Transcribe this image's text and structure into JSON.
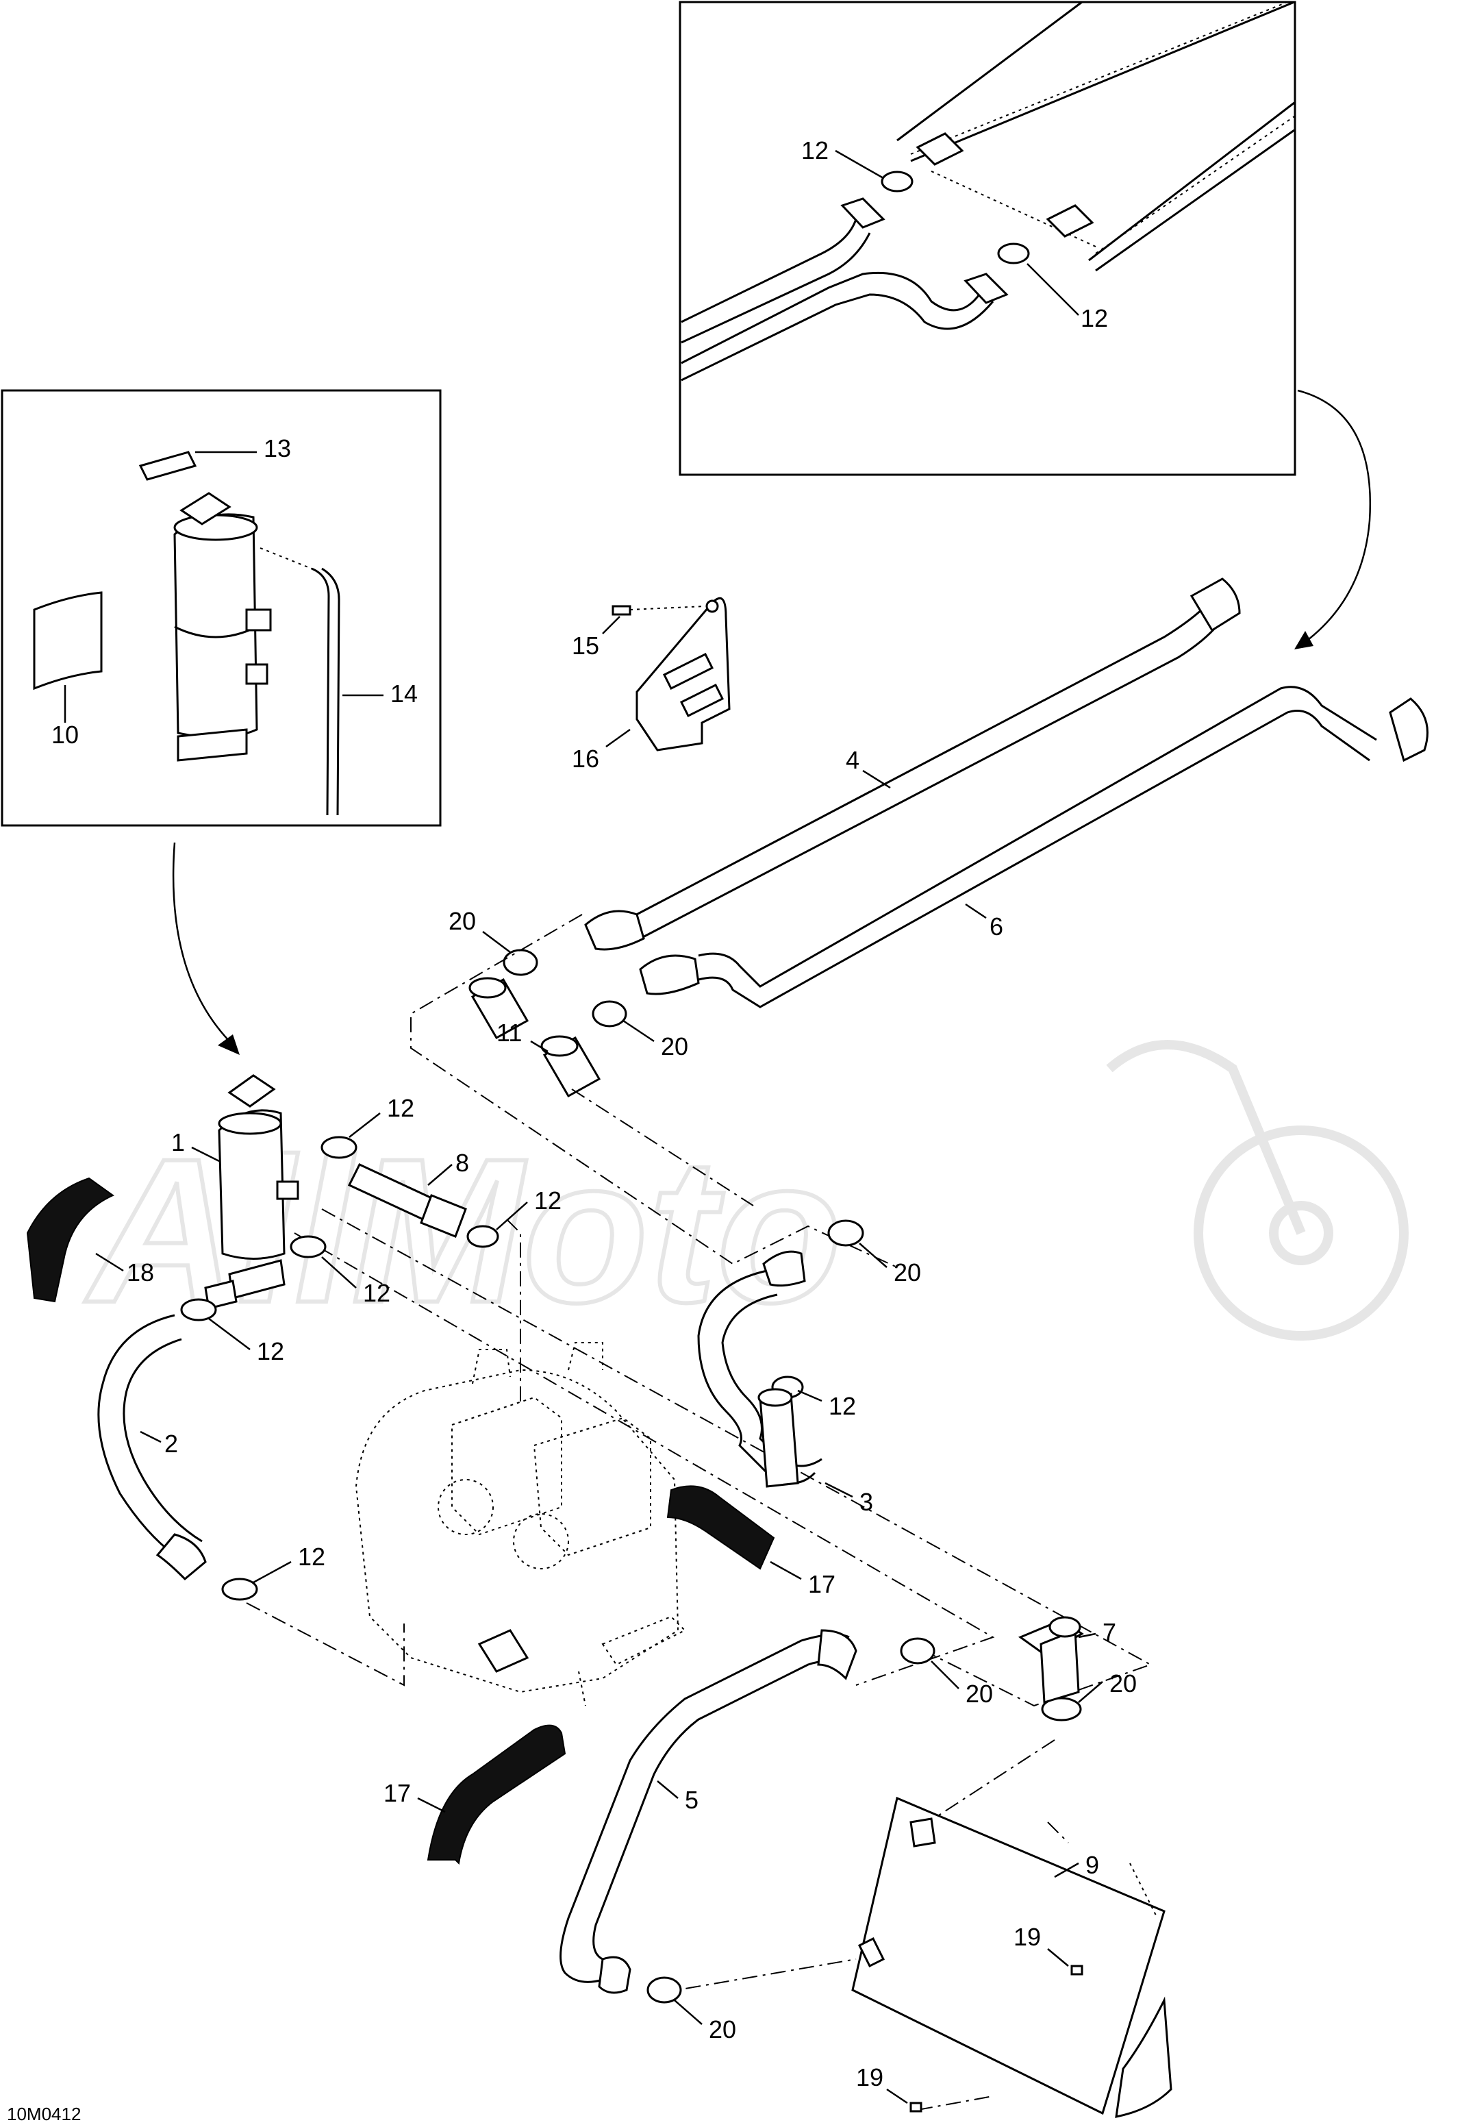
{
  "drawing_code": "10M0412",
  "watermark": "AllMoto",
  "callouts": {
    "c1": "1",
    "c2": "2",
    "c3": "3",
    "c4": "4",
    "c5": "5",
    "c6": "6",
    "c7": "7",
    "c8": "8",
    "c9": "9",
    "c10": "10",
    "c11": "11",
    "c12": "12",
    "c13": "13",
    "c14": "14",
    "c15": "15",
    "c16": "16",
    "c17": "17",
    "c18": "18",
    "c19": "19",
    "c20": "20"
  }
}
